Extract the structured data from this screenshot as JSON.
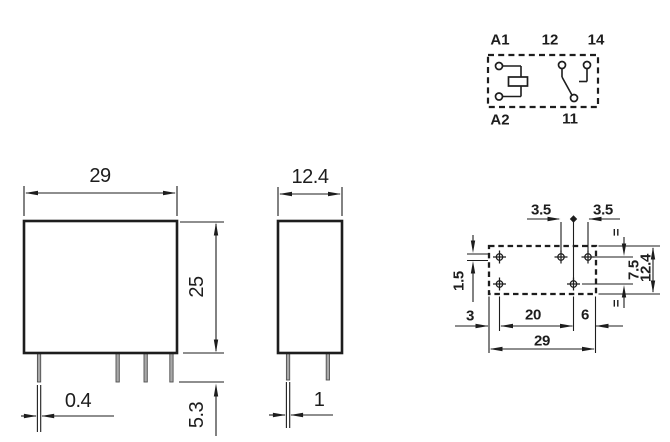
{
  "colors": {
    "line": "#1d1d1d",
    "pin_fill": "#a8a8a8",
    "background": "#ffffff"
  },
  "schematic": {
    "a1": "A1",
    "t12": "12",
    "t14": "14",
    "a2": "A2",
    "t11": "11"
  },
  "front_view": {
    "width": "29",
    "height": "25",
    "pin_length": "5.3",
    "pin_thickness": "0.4"
  },
  "side_view": {
    "width": "12.4",
    "pin_width": "1"
  },
  "bottom_view": {
    "offset_left": "3.5",
    "offset_right": "3.5",
    "hole_diameter": "1.5",
    "row_pitch": "7.5",
    "depth": "12.4",
    "equal_top": "=",
    "equal_bottom": "=",
    "edge_left": "3",
    "pitch": "20",
    "edge_right": "6",
    "width": "29"
  }
}
